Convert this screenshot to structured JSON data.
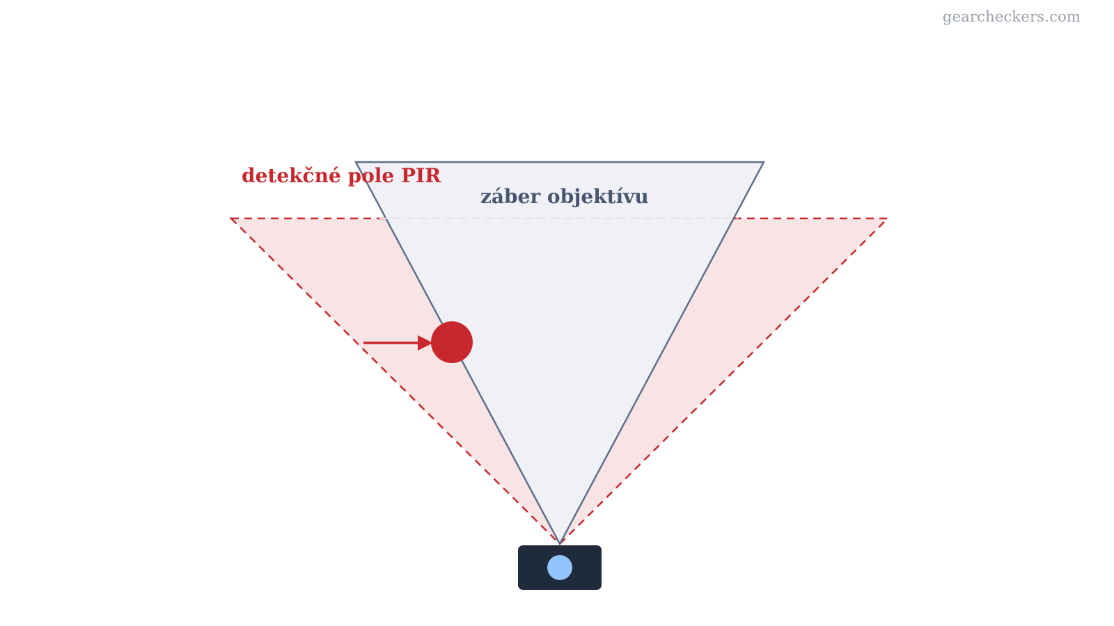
{
  "watermark": "gearcheckers.com",
  "labels": {
    "pir_field": "detekčné pole PIR",
    "lens_view": "záber objektívu"
  },
  "colors": {
    "pir": "#c8282d",
    "pir_fill": "#f9e4e5",
    "lens_stroke": "#5f6f89",
    "lens_fill": "#eff1f6",
    "camera_body": "#1f2a3a",
    "camera_lens": "#93c5fd",
    "lens_label": "#4a5670",
    "watermark": "#9aa1ab"
  },
  "icons": {
    "camera": "camera-icon",
    "subject": "person-dot",
    "motion": "arrow-right-icon"
  }
}
